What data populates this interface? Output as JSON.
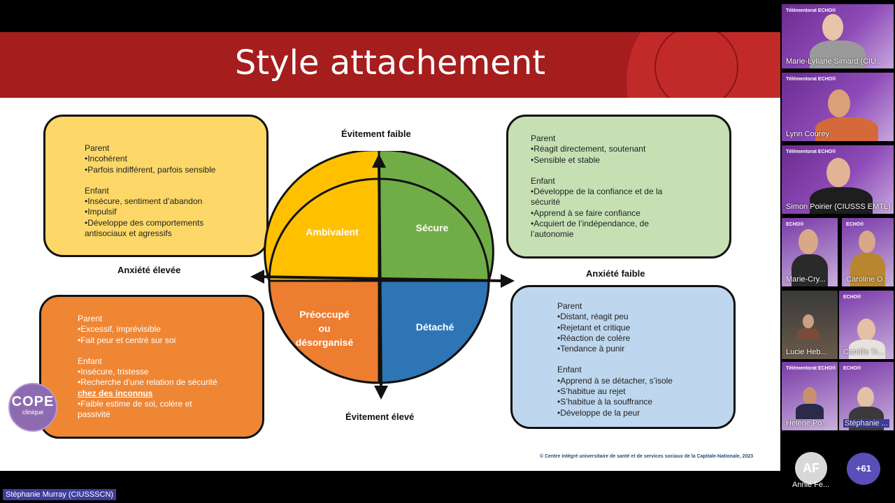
{
  "slide": {
    "title": "Style attachement",
    "axis": {
      "avoid_low": "Évitement faible",
      "avoid_high": "Évitement élevé",
      "anxiety_high": "Anxiété élevée",
      "anxiety_low": "Anxiété faible"
    },
    "quadrants": {
      "ambivalent": "Ambivalent",
      "secure": "Sécure",
      "preoccupied": [
        "Préoccupé",
        "ou",
        "désorganisé"
      ],
      "detached": "Détaché"
    },
    "quadrant_colors": {
      "ambivalent": "#ffc000",
      "secure": "#70ad47",
      "preoccupied": "#ed7d31",
      "detached": "#2e75b6"
    },
    "box_ambivalent": {
      "parent_heading": "Parent",
      "parent_items": [
        "•Incohérent",
        "•Parfois indifférent, parfois sensible"
      ],
      "child_heading": "Enfant",
      "child_items": [
        "•Insécure, sentiment d’abandon",
        "•Impulsif",
        "•Développe des comportements",
        "antisociaux et agressifs"
      ]
    },
    "box_secure": {
      "parent_heading": "Parent",
      "parent_items": [
        "•Réagit directement, soutenant",
        "•Sensible et stable"
      ],
      "child_heading": "Enfant",
      "child_items": [
        "•Développe de la confiance et de la",
        "sécurité",
        "•Apprend à se faire confiance",
        "•Acquiert de l’indépendance, de",
        "l’autonomie"
      ]
    },
    "box_preoccupied": {
      "parent_heading": "Parent",
      "parent_items": [
        "•Excessif, imprévisible",
        "•Fait peur et centré sur soi"
      ],
      "child_heading": "Enfant",
      "child_items": [
        "•Insécure, tristesse",
        "•Recherche d’une relation de sécurité"
      ],
      "child_emphasis": "chez des inconnus",
      "child_items_after": [
        "•Faible estime de soi, colère et",
        "passivité"
      ]
    },
    "box_detached": {
      "parent_heading": "Parent",
      "parent_items": [
        "•Distant, réagit peu",
        "•Rejetant et critique",
        "•Réaction de colère",
        "•Tendance à punir"
      ],
      "child_heading": "Enfant",
      "child_items": [
        "•Apprend à se détacher, s’isole",
        "•S’habitue au rejet",
        "•S’habitue à la souffrance",
        "•Développe de la peur"
      ]
    },
    "copyright": "© Centre intégré universitaire de santé et de services sociaux de la Capitale-Nationale, 2023",
    "logo": {
      "big": "COPE",
      "small": "clinique"
    }
  },
  "presenter": "Stéphanie Murray (CIUSSSCN)",
  "participants": {
    "brand": "Télémentorat ECHO®",
    "brand_short": "ECHO®",
    "tiles": [
      {
        "name": "Marie-Lyliane Simard (CIU..."
      },
      {
        "name": "Lynn Courey"
      },
      {
        "name": "Simon Poirier (CIUSSS EMTL)"
      },
      {
        "name": "Marie-Cry..."
      },
      {
        "name": "Caroline O..."
      },
      {
        "name": "Lucie Heb..."
      },
      {
        "name": "Camille Tr..."
      },
      {
        "name": "Helene Po..."
      },
      {
        "name": "Stéphanie ..."
      }
    ],
    "avatar_initials": "AF",
    "avatar_name": "Annie Fe...",
    "more_count": "+61"
  }
}
